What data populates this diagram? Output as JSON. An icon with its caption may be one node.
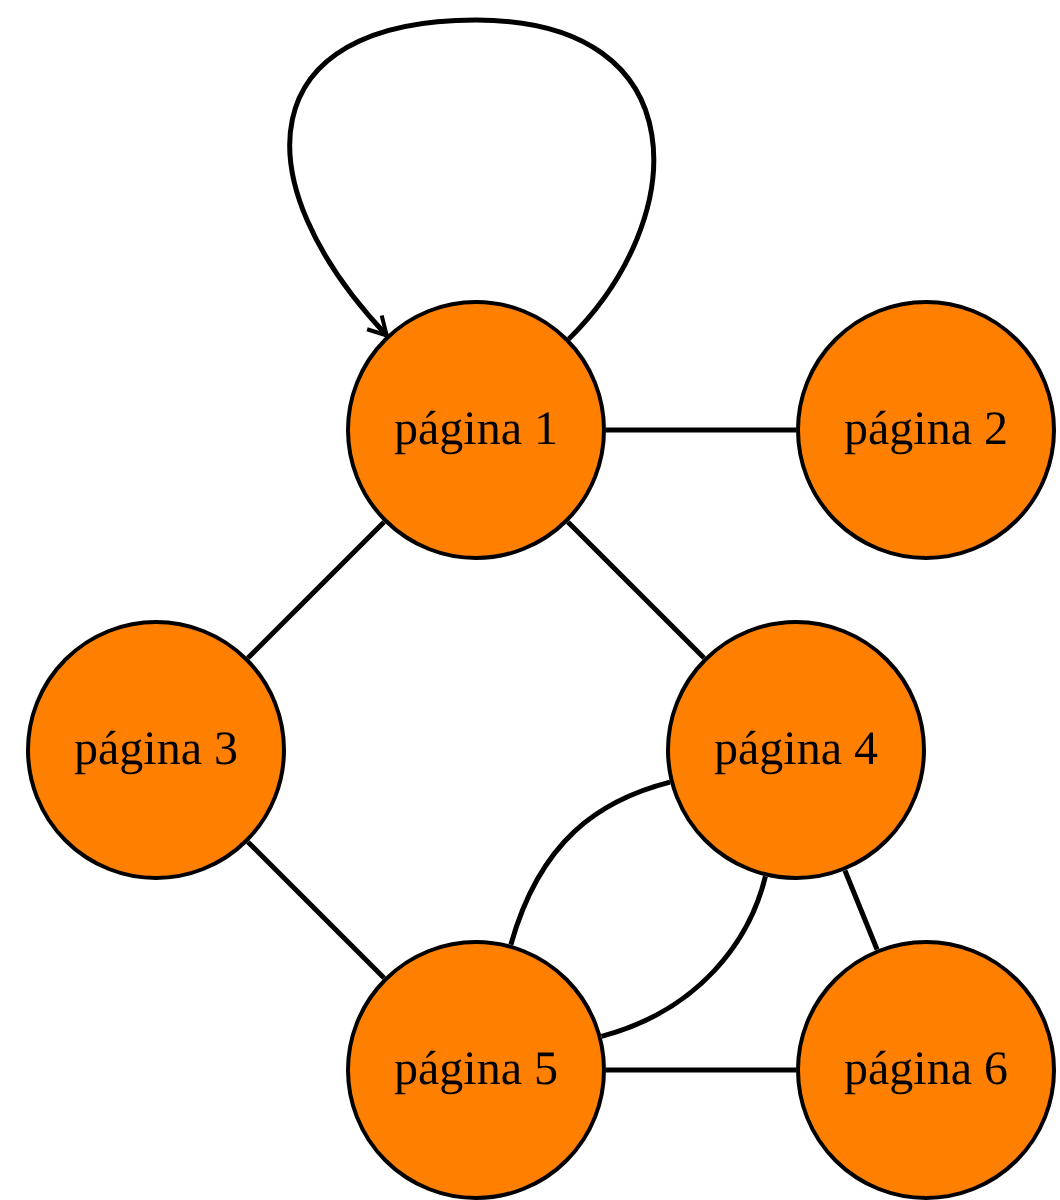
{
  "diagram": {
    "nodes": [
      {
        "text": [
          "página 1"
        ]
      },
      {
        "text": [
          "página 2"
        ]
      },
      {
        "text": [
          "página 3"
        ]
      },
      {
        "text": [
          "página 4"
        ]
      },
      {
        "text": [
          "página 5"
        ]
      },
      {
        "text": [
          "página 6"
        ]
      }
    ],
    "edges": [
      {
        "from": 0,
        "to": 0,
        "arrow": "to"
      },
      {
        "from": 0,
        "to": 1,
        "arrow": "none"
      },
      {
        "from": 0,
        "to": 2,
        "arrow": "none"
      },
      {
        "from": 0,
        "to": 3,
        "arrow": "none"
      },
      {
        "from": 2,
        "to": 4,
        "arrow": "none"
      },
      {
        "from": 4,
        "to": 3,
        "arrow": "none"
      },
      {
        "from": 4,
        "to": 3,
        "arrow": "none"
      },
      {
        "from": 3,
        "to": 5,
        "arrow": "none"
      },
      {
        "from": 4,
        "to": 5,
        "arrow": "none"
      }
    ]
  }
}
